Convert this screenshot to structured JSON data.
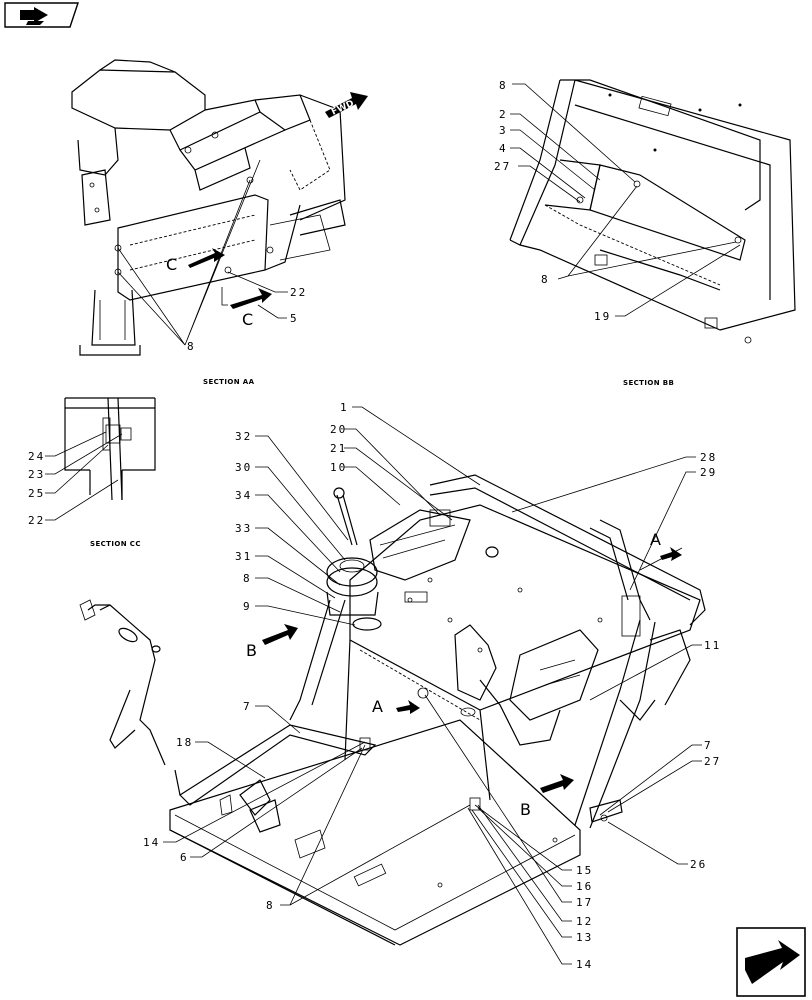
{
  "section_titles": {
    "aa": "SECTION AA",
    "bb": "SECTION BB",
    "cc": "SECTION CC"
  },
  "fwd_label": "FWD",
  "section_markers": {
    "c_upper": "C",
    "c_lower": "C",
    "a_right": "A",
    "a_mid": "A",
    "b_left": "B",
    "b_right": "B"
  },
  "callouts": {
    "aa_22": "22",
    "aa_5": "5",
    "aa_8": "8",
    "bb_8_top": "8",
    "bb_2": "2",
    "bb_3": "3",
    "bb_4": "4",
    "bb_27": "27",
    "bb_8_low": "8",
    "bb_19": "19",
    "cc_24": "24",
    "cc_23": "23",
    "cc_25": "25",
    "cc_22": "22",
    "m_1": "1",
    "m_32": "32",
    "m_20": "20",
    "m_21": "21",
    "m_10": "10",
    "m_28": "28",
    "m_29": "29",
    "m_30": "30",
    "m_34": "34",
    "m_33": "33",
    "m_31": "31",
    "m_8a": "8",
    "m_9": "9",
    "m_11": "11",
    "m_7a": "7",
    "m_18": "18",
    "m_7b": "7",
    "m_27": "27",
    "m_14": "14",
    "m_6": "6",
    "m_26": "26",
    "m_15": "15",
    "m_16": "16",
    "m_17": "17",
    "m_8b": "8",
    "m_12": "12",
    "m_13": "13",
    "m_14b": "14"
  },
  "icons": {
    "top_left": "book-arrow-icon",
    "bottom_right": "next-page-arrow-icon"
  }
}
